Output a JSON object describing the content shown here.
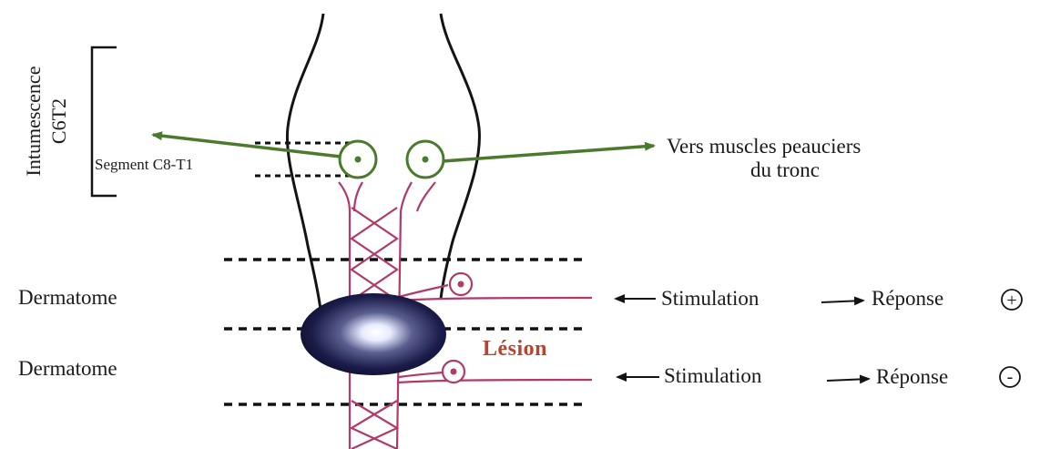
{
  "colors": {
    "cord": "#141414",
    "nerve": "#b03a6a",
    "motor": "#4b7a2e",
    "dots": "#111111",
    "lesion_text": "#b8432e",
    "lesion_core": "#1b1c4a"
  },
  "labels": {
    "intumescence_line1": "Intumescence",
    "intumescence_line2": "C6T2",
    "segment": "Segment C8-T1",
    "target_line1": "Vers muscles peauciers",
    "target_line2": "du tronc",
    "dermatome_top": "Dermatome",
    "dermatome_bottom": "Dermatome",
    "stimulation_top": "Stimulation",
    "reponse_top": "Réponse",
    "reponse_top_sign": "+",
    "lesion": "Lésion",
    "stimulation_bottom": "Stimulation",
    "reponse_bottom": "Réponse",
    "reponse_bottom_sign": "-"
  },
  "icons": {
    "arrows": "arrow-icon",
    "motor_neurons": "neuron-cell-icon",
    "sensory_neurons": "ganglion-cell-icon"
  }
}
